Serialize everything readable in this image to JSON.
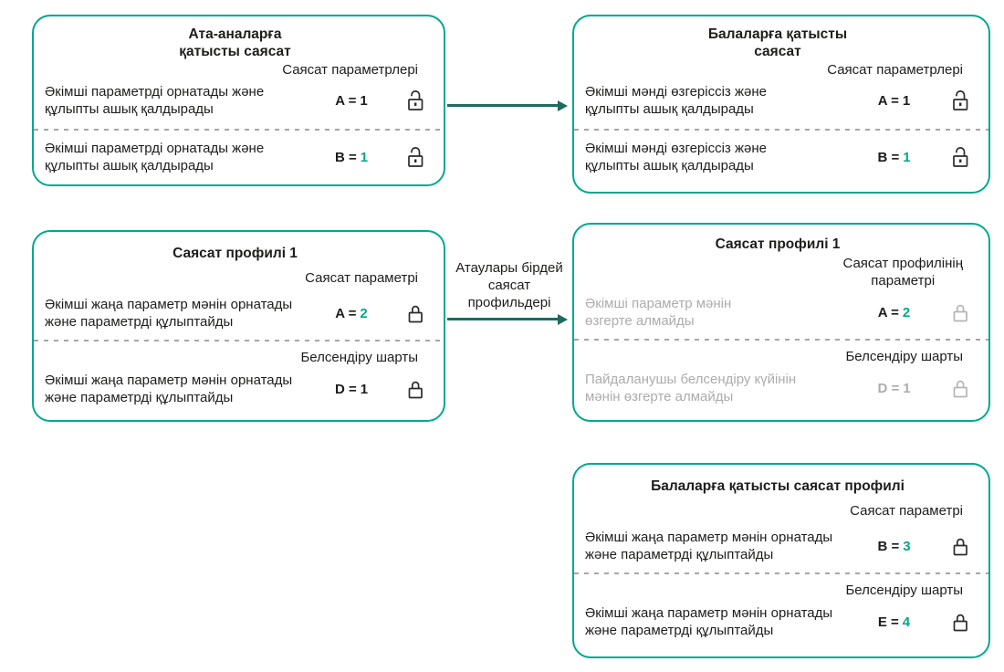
{
  "colors": {
    "accent_teal": "#00A88E",
    "arrow_dark_teal": "#1F6A5E",
    "text_black": "#1D1D1B",
    "text_muted": "#ACACAC",
    "lock_gray": "#B5B5B5"
  },
  "boxes": {
    "parent_policy": {
      "title_lines": [
        "Ата-аналарға",
        "қатысты саясат"
      ],
      "section_label": "Саясат параметрлері",
      "rows": [
        {
          "lines": [
            "Әкімші параметрді орнатады және",
            "құлыпты ашық қалдырады"
          ],
          "param": "A =",
          "value": "1",
          "lock": "open"
        },
        {
          "lines": [
            "Әкімші параметрді орнатады және",
            "құлыпты ашық қалдырады"
          ],
          "param": "B =",
          "value": "1",
          "lock": "open"
        }
      ]
    },
    "child_policy": {
      "title_lines": [
        "Балаларға қатысты",
        "саясат"
      ],
      "section_label": "Саясат параметрлері",
      "rows": [
        {
          "lines": [
            "Әкімші мәнді өзгеріссіз және",
            "құлыпты ашық қалдырады"
          ],
          "param": "A =",
          "value": "1",
          "lock": "open"
        },
        {
          "lines": [
            "Әкімші мәнді өзгеріссіз және",
            "құлыпты ашық қалдырады"
          ],
          "param": "B =",
          "value": "1",
          "lock": "open"
        }
      ]
    },
    "profile1_parent": {
      "title": "Саясат профилі 1",
      "section_label": "Саясат параметрі",
      "activation_label": "Белсендіру шарты",
      "rows": [
        {
          "lines": [
            "Әкімші жаңа параметр мәнін орнатады",
            "және параметрді құлыптайды"
          ],
          "param": "A =",
          "value": "2",
          "lock": "closed"
        },
        {
          "lines": [
            "Әкімші жаңа параметр мәнін орнатады",
            "және параметрді құлыптайды"
          ],
          "param": "D =",
          "value": "1",
          "lock": "closed"
        }
      ]
    },
    "profile1_child": {
      "title": "Саясат профилі 1",
      "section_label_lines": [
        "Саясат профилінің",
        "параметрі"
      ],
      "activation_label": "Белсендіру шарты",
      "rows": [
        {
          "lines": [
            "Әкімші параметр мәнін",
            "өзгерте алмайды"
          ],
          "param": "A =",
          "value": "2",
          "lock": "closed"
        },
        {
          "lines": [
            "Пайдаланушы белсендіру күйінін",
            "мәнін өзгерте алмайды"
          ],
          "param": "D =",
          "value": "1",
          "lock": "closed"
        }
      ]
    },
    "child_profile": {
      "title": "Балаларға қатысты саясат профилі",
      "section_label": "Саясат параметрі",
      "activation_label": "Белсендіру шарты",
      "rows": [
        {
          "lines": [
            "Әкімші жаңа параметр мәнін орнатады",
            "және параметрді құлыптайды"
          ],
          "param": "B =",
          "value": "3",
          "lock": "closed"
        },
        {
          "lines": [
            "Әкімші жаңа параметр мәнін орнатады",
            "және параметрді құлыптайды"
          ],
          "param": "E =",
          "value": "4",
          "lock": "closed"
        }
      ]
    }
  },
  "arrows": {
    "middle_label_lines": [
      "Атаулары бірдей",
      "саясат",
      "профильдері"
    ]
  }
}
